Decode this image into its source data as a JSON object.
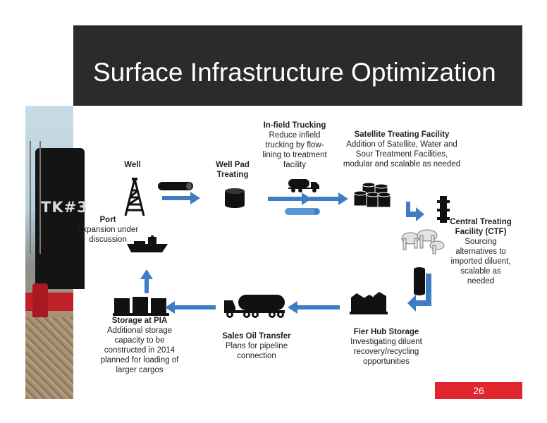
{
  "slide": {
    "title": "Surface Infrastructure Optimization",
    "page_number": "26",
    "photo_tank_label": "TK#3"
  },
  "nodes": {
    "well": {
      "title": "Well",
      "desc": ""
    },
    "well_pad": {
      "title": "Well Pad Treating",
      "desc": ""
    },
    "trucking": {
      "title": "In-field Trucking",
      "desc": "Reduce infield trucking by flow-lining to treatment facility"
    },
    "satellite": {
      "title": "Satellite Treating Facility",
      "desc": "Addition of Satellite, Water and Sour Treatment Facilities, modular and scalable as needed"
    },
    "ctf": {
      "title": "Central Treating Facility (CTF)",
      "desc": "Sourcing alternatives to imported diluent, scalable as needed"
    },
    "fier_hub": {
      "title": "Fier Hub Storage",
      "desc": "Investigating diluent recovery/recycling opportunities"
    },
    "sales_oil": {
      "title": "Sales Oil Transfer",
      "desc": "Plans for pipeline connection"
    },
    "storage_pia": {
      "title": "Storage at PIA",
      "desc": "Additional storage capacity to be constructed in 2014 planned for loading of larger cargos"
    },
    "port": {
      "title": "Port",
      "desc": "Expansion under discussion"
    }
  },
  "colors": {
    "arrow": "#3e7cc4",
    "title_bar": "#2b2b2b",
    "accent": "#e0252d",
    "icon": "#111111"
  }
}
